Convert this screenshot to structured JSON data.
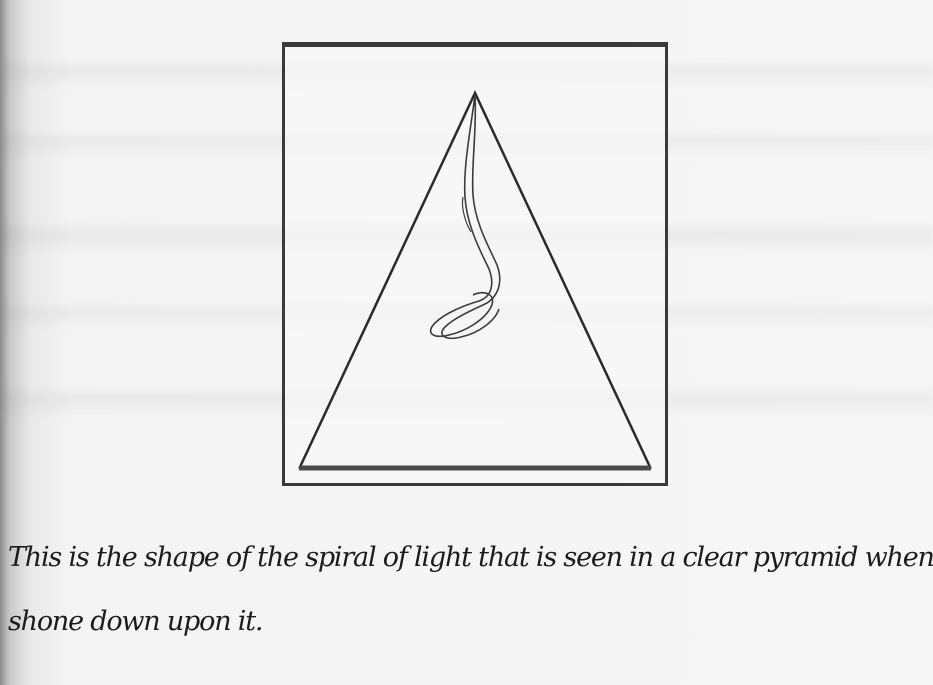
{
  "figure": {
    "icon": "pyramid-spiral-illustration"
  },
  "caption": {
    "line1": "This is the shape of the spiral of light that is seen in a clear pyramid when a light i",
    "line2": "shone down upon it."
  }
}
